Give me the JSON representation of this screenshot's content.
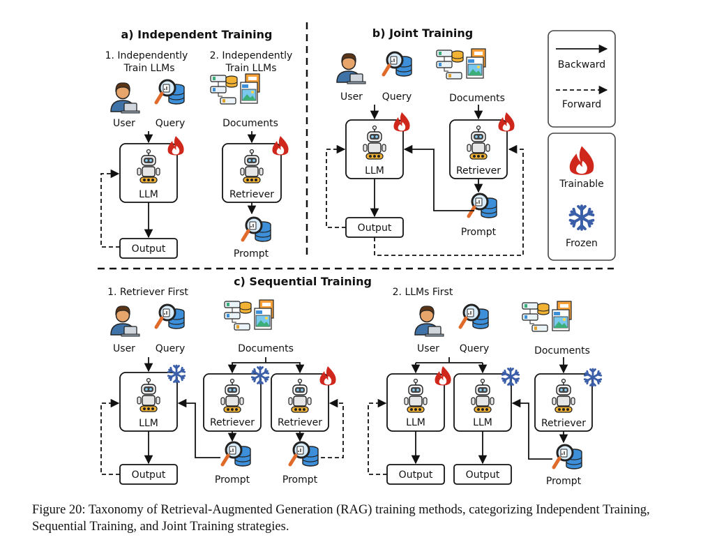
{
  "titles": {
    "independent": "a) Independent Training",
    "joint": "b) Joint Training",
    "sequential": "c) Sequential Training"
  },
  "independent": {
    "step1_line1": "1. Independently",
    "step1_line2": "Train LLMs",
    "step2_line1": "2. Independently",
    "step2_line2": "Train LLMs"
  },
  "sequential": {
    "retriever_first": "1. Retriever First",
    "llms_first": "2. LLMs First"
  },
  "labels": {
    "user": "User",
    "query": "Query",
    "documents": "Documents",
    "llm": "LLM",
    "retriever": "Retriever",
    "output": "Output",
    "prompt": "Prompt"
  },
  "legend": {
    "backward": "Backward",
    "forward": "Forward",
    "trainable": "Trainable",
    "frozen": "Frozen"
  },
  "colors": {
    "trainable": "#d0271d",
    "frozen": "#3b5ea8"
  },
  "caption": "Figure 20: Taxonomy of Retrieval-Augmented Generation (RAG) training methods, categorizing Independent Training, Sequential Training, and Joint Training strategies."
}
